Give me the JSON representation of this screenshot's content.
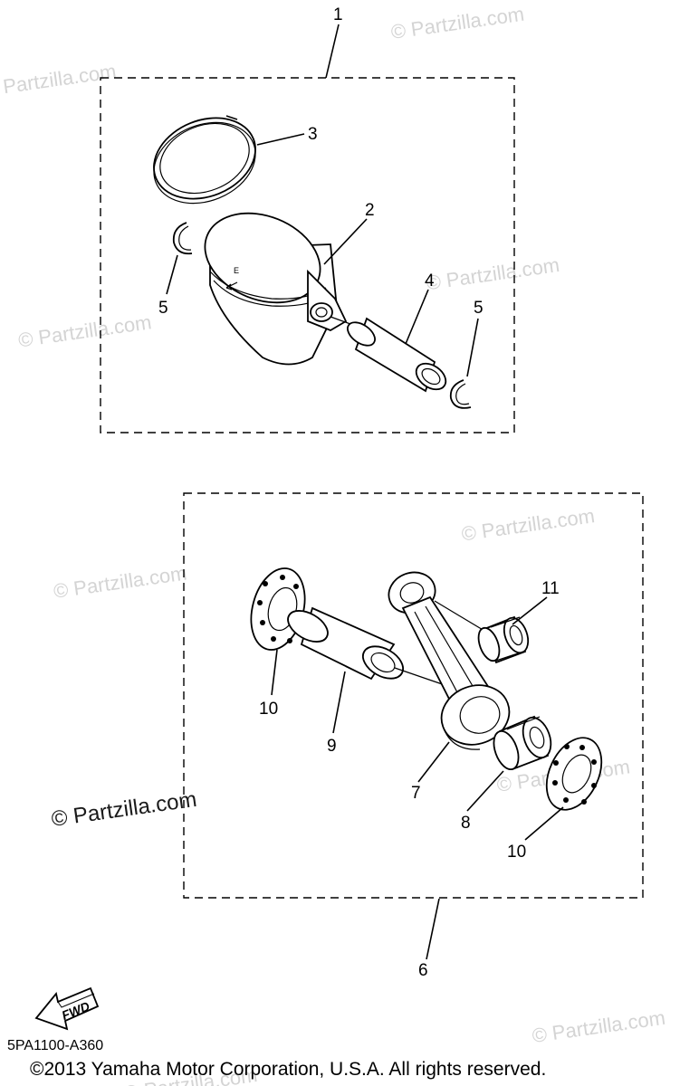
{
  "watermarks": {
    "text": "© Partzilla.com",
    "prominent": "© Partzilla.com"
  },
  "callouts": {
    "c1": "1",
    "c2": "2",
    "c3": "3",
    "c4": "4",
    "c5a": "5",
    "c5b": "5",
    "c6": "6",
    "c7": "7",
    "c8": "8",
    "c9": "9",
    "c10a": "10",
    "c10b": "10",
    "c11": "11"
  },
  "fwd_label": "FWD",
  "diagram_code": "5PA1100-A360",
  "copyright": "©2013  Yamaha Motor Corporation, U.S.A. All rights reserved."
}
